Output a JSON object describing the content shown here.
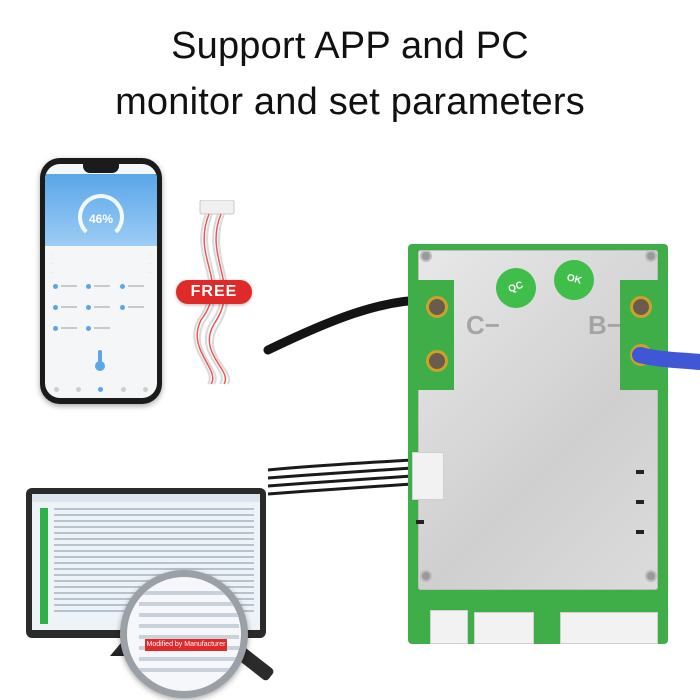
{
  "headline": {
    "line1": "Support APP and PC",
    "line2": "monitor and set parameters"
  },
  "phone_app": {
    "battery_percent": "46%",
    "battery_level": 0.46
  },
  "cable": {
    "badge": "FREE"
  },
  "pc_software": {
    "magnified_tag": "Modified by Manufacturer"
  },
  "board": {
    "minus_label": "C−",
    "plus_label": "B−"
  },
  "colors": {
    "free_badge": "#e02a2a",
    "app_accent": "#5aa6e8",
    "pcb_green": "#3fae48",
    "cable_blue": "#3f56d6"
  }
}
